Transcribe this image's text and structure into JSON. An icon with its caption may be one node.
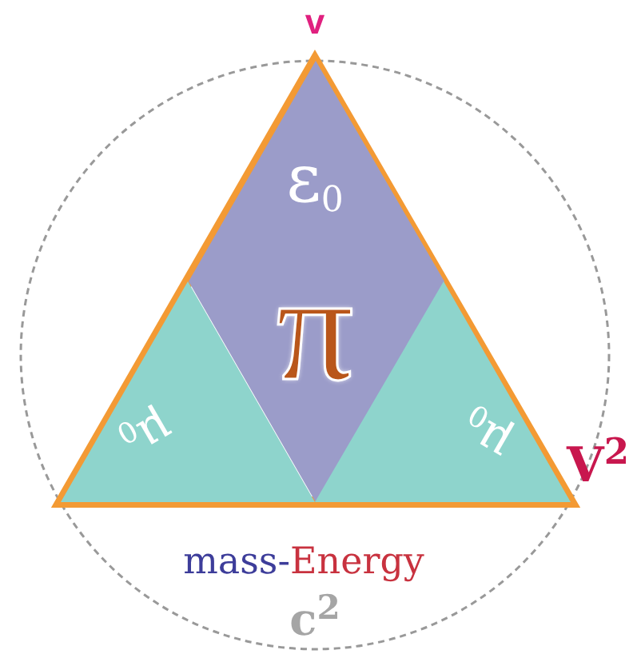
{
  "diagram": {
    "nodes": [
      {
        "text": [],
        "shape": "circle"
      },
      {
        "text": [],
        "shape": "triangle",
        "in": 0
      },
      {
        "text": [
          "ε$_{0}$",
          "π"
        ],
        "in": 1
      },
      {
        "text": [
          "μ$_{0}$"
        ],
        "in": 1
      },
      {
        "text": [
          "μ$_{0}$"
        ],
        "in": 1
      }
    ],
    "labels": [
      "v",
      "V$^{2}$",
      "mass-Energy",
      "c$^{2}$"
    ]
  }
}
